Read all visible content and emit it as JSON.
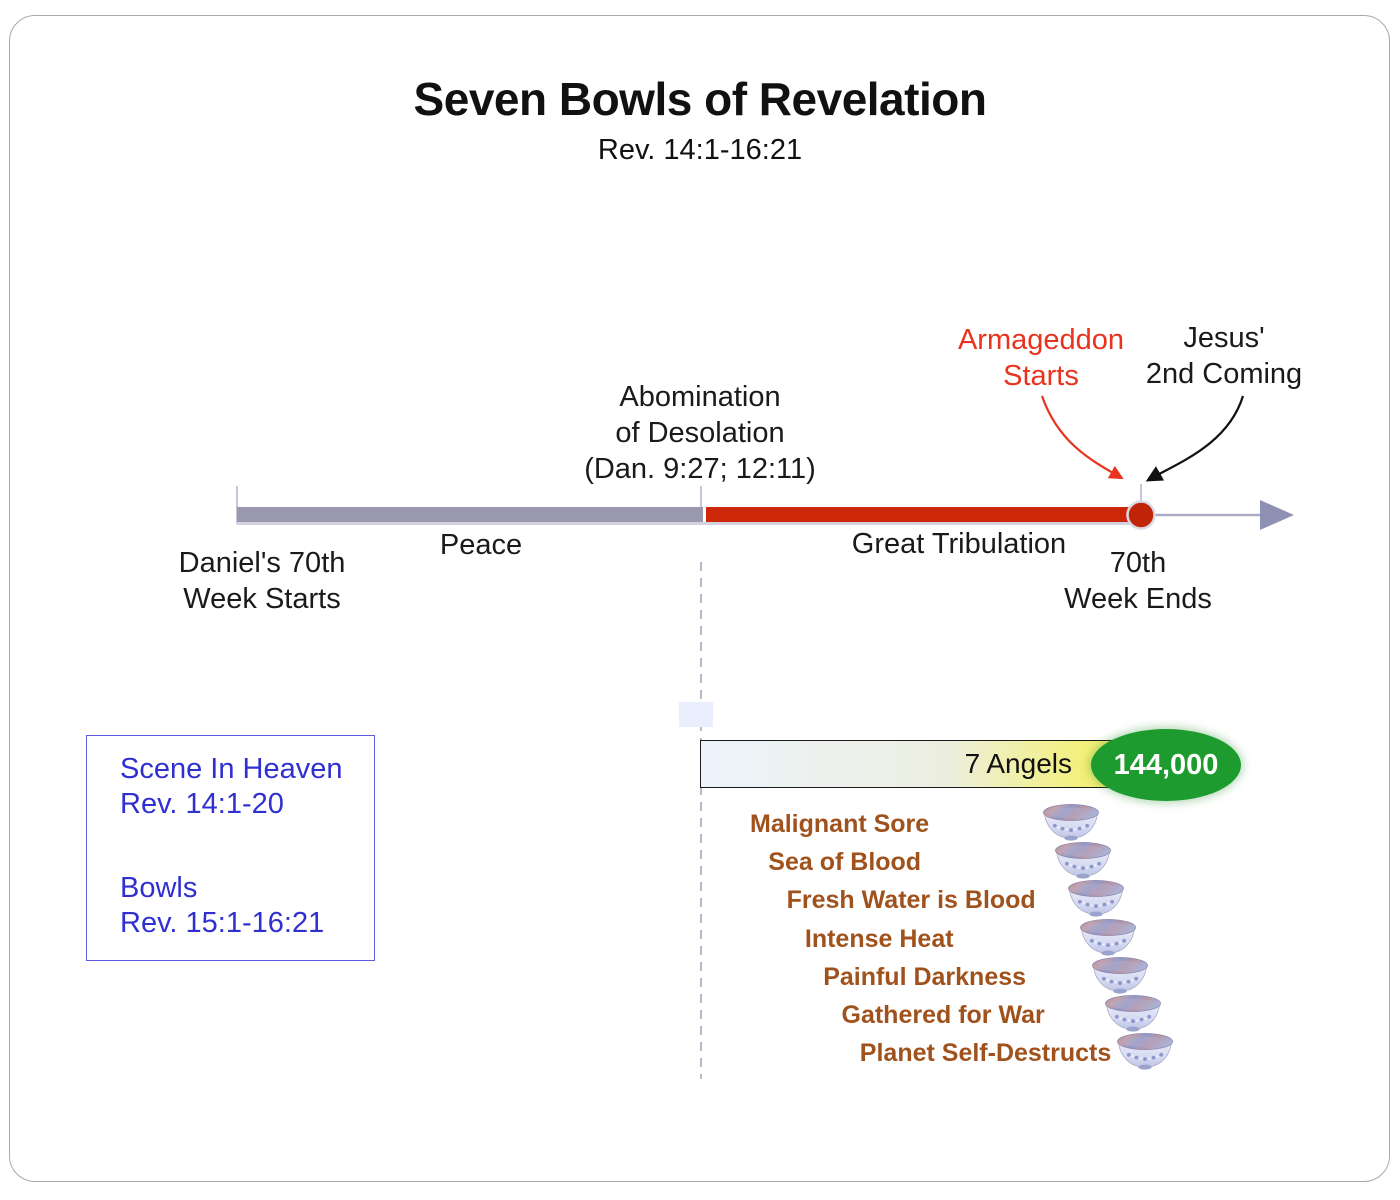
{
  "header": {
    "title": "Seven Bowls of Revelation",
    "subtitle": "Rev. 14:1-16:21"
  },
  "timeline": {
    "start_label_line1": "Daniel's 70th",
    "start_label_line2": "Week Starts",
    "peace_label": "Peace",
    "tribulation_label": "Great Tribulation",
    "end_label_line1": "70th",
    "end_label_line2": "Week Ends",
    "abomination_line1": "Abomination",
    "abomination_line2": "of Desolation",
    "abomination_line3": "(Dan. 9:27; 12:11)",
    "armageddon_line1": "Armageddon",
    "armageddon_line2": "Starts",
    "second_coming_line1": "Jesus'",
    "second_coming_line2": "2nd Coming"
  },
  "heaven_box": {
    "scene_line1": "Scene In Heaven",
    "scene_line2": "Rev. 14:1-20",
    "bowls_line1": "Bowls",
    "bowls_line2": "Rev. 15:1-16:21"
  },
  "angels_bar": {
    "label": "7 Angels",
    "count_badge": "144,000"
  },
  "bowls": [
    "Malignant Sore",
    "Sea of Blood",
    "Fresh Water is Blood",
    "Intense Heat",
    "Painful Darkness",
    "Gathered for War",
    "Planet Self-Destructs"
  ],
  "colors": {
    "tribulation_red": "#cc2708",
    "peace_gray": "#9a98ae",
    "armageddon_label_red": "#e8331f",
    "scripture_blue": "#3030d0",
    "bowl_text_brown": "#a0521d",
    "badge_green": "#1d9b2e",
    "badge_text": "#ffffff"
  }
}
